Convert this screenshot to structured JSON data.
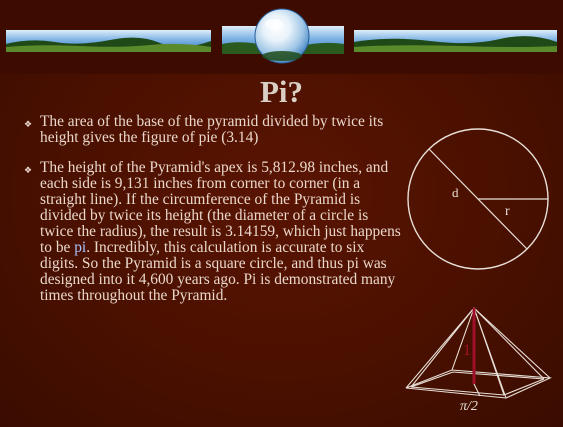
{
  "slide": {
    "title": "Pi?",
    "bullets": [
      {
        "text": "The area of the base of the pyramid divided by twice its height gives the figure of pie (3.14)"
      },
      {
        "text_before_link": "The height of the Pyramid's apex is 5,812.98 inches, and each side is 9,131 inches from corner to corner (in a straight line). If the circumference of the Pyramid is divided by twice its height (the diameter of a circle is twice the radius), the result is 3.14159, which just happens to be ",
        "link_text": "pi",
        "text_after_link": ". Incredibly, this calculation is accurate to six digits. So the Pyramid is a square circle, and thus pi was designed into it 4,600 years ago. Pi is demonstrated many times throughout the Pyramid."
      }
    ]
  },
  "circle_diagram": {
    "diameter_label": "d",
    "radius_label": "r"
  },
  "pyramid_diagram": {
    "height_label": "1",
    "base_label": "π/2"
  },
  "colors": {
    "background": "#4a1000",
    "text": "#ead8cc",
    "title": "#d9cfc4",
    "link": "#a9c4ff",
    "pyramid_height_line": "#a0102a"
  }
}
